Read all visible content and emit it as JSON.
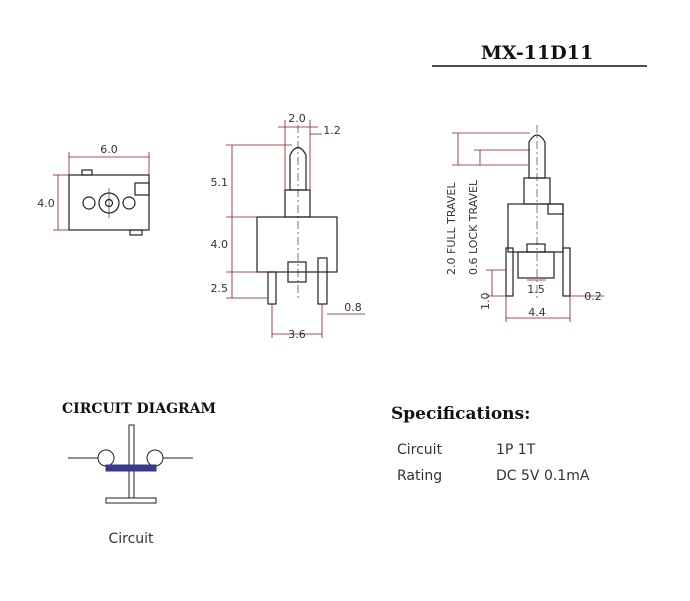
{
  "part_number": "MX-11D11",
  "colors": {
    "outline": "#222222",
    "dimension_line": "#8b1a1a",
    "contact_bar": "#3a3a8c"
  },
  "top_view": {
    "width_label": "6.0",
    "height_label": "4.0"
  },
  "front_view": {
    "plunger_width_label": "2.0",
    "plunger_offset_label": "1.2",
    "plunger_height_label": "5.1",
    "body_height_label": "4.0",
    "pin_height_label": "2.5",
    "pin_pitch_label": "3.6",
    "pin_width_label": "0.8"
  },
  "side_view": {
    "full_travel_label": "2.0 FULL TRAVEL",
    "lock_travel_label": "0.6 LOCK TRAVEL",
    "pin_spacing_label": "1.5",
    "pin_offset_label": "1.0",
    "pin_thickness_label": "0.2",
    "body_width_label": "4.4"
  },
  "circuit_diagram": {
    "title": "CIRCUIT DIAGRAM",
    "caption": "Circuit"
  },
  "specifications": {
    "title": "Specifications:",
    "rows": [
      {
        "label": "Circuit",
        "value": "1P 1T"
      },
      {
        "label": "Rating",
        "value": "DC 5V 0.1mA"
      }
    ]
  }
}
